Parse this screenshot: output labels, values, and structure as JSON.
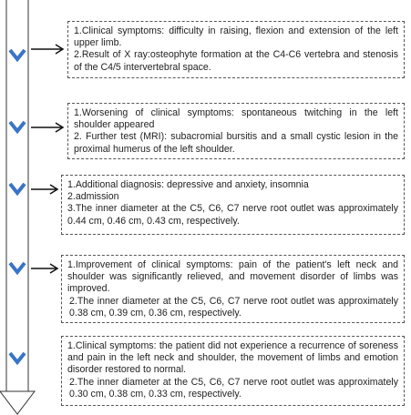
{
  "colors": {
    "marker": "#3a74c7",
    "line": "#333333",
    "connector": "#111111"
  },
  "timeline": {
    "marker_icon": "chevron-down-icon",
    "head_icon": "arrow-head-down-icon"
  },
  "stages": [
    {
      "lines": [
        "1.Clinical symptoms: difficulty in raising, flexion and extension of the left upper limb.",
        "2.Result of X ray:osteophyte formation at the C4-C6 vertebra and stenosis of the C4/5 intervertebral space."
      ]
    },
    {
      "lines": [
        "1.Worsening of clinical symptoms: spontaneous twitching in the left shoulder appeared",
        "2. Further test (MRI): subacromial bursitis and a small cystic lesion in the proximal humerus of the left shoulder."
      ]
    },
    {
      "lines": [
        "1.Additional diagnosis: depressive and anxiety, insomnia",
        "2.admission",
        "3.The inner diameter at the C5, C6, C7 nerve root outlet was approximately 0.44 cm, 0.46 cm,  0.43 cm, respectively."
      ]
    },
    {
      "lines": [
        "1.Improvement of clinical symptoms:  pain of the patient's left neck and shoulder was significantly relieved, and movement disorder of limbs was improved.",
        " 2.The inner diameter at the C5, C6, C7 nerve root outlet was approximately 0.38 cm, 0.39 cm,  0.36 cm, respectively."
      ]
    },
    {
      "lines": [
        "1.Clinical symptoms: the patient did not experience a recurrence of soreness and pain in the left neck and shoulder, the movement of limbs and emotion disorder restored to normal.",
        " 2.The inner diameter at the C5, C6, C7 nerve root outlet was approximately 0.30 cm, 0.38 cm,  0.33 cm, respectively."
      ]
    }
  ]
}
